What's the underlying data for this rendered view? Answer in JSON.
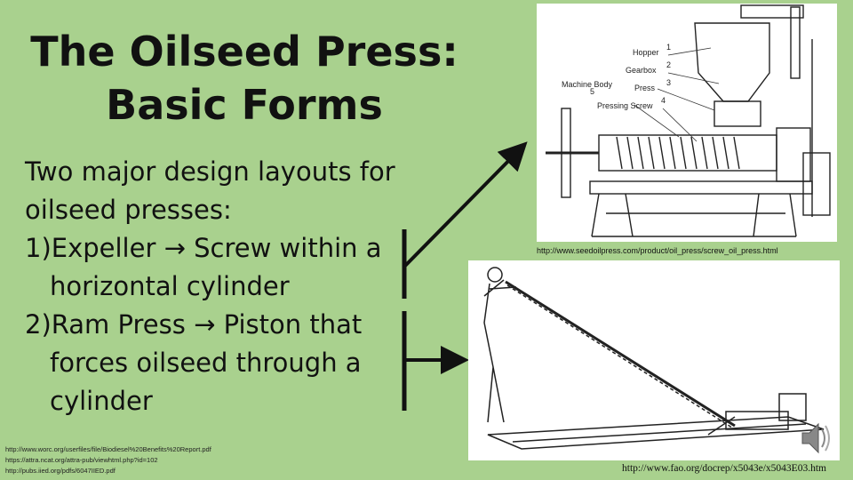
{
  "slide": {
    "title_lines": [
      "The Oilseed Press:",
      "Basic Forms"
    ],
    "body": {
      "intro_lines": [
        "Two major design layouts for",
        "oilseed presses:"
      ],
      "item1": {
        "num": "1)",
        "term": "Expeller",
        "arrow": "→",
        "desc_first": "Screw within a",
        "desc_rest": "horizontal cylinder"
      },
      "item2": {
        "num": "2)",
        "term": "Ram Press",
        "arrow": "→",
        "desc_first": "Piston that",
        "desc_rest": [
          "forces oilseed through a",
          "cylinder"
        ]
      }
    },
    "references": [
      "http://www.worc.org/userfiles/file/Biodiesel%20Benefits%20Report.pdf",
      "https://attra.ncat.org/attra-pub/viewhtml.php?id=102",
      "http://pubs.iied.org/pdfs/6047IIED.pdf"
    ]
  },
  "expeller_figure": {
    "labels": {
      "hopper": "Hopper",
      "gearbox": "Gearbox",
      "machine_body": "Machine Body",
      "press": "Press",
      "pressing_screw": "Pressing Screw"
    },
    "numbers": {
      "hopper": "1",
      "gearbox": "2",
      "press": "3",
      "pressing_screw": "4",
      "machine_body": "5"
    },
    "caption": "http://www.seedoilpress.com/product/oil_press/screw_oil_press.html"
  },
  "ram_press_figure": {
    "caption": "http://www.fao.org/docrep/x5043e/x5043E03.htm"
  },
  "icons": [
    "speaker-icon"
  ],
  "colors": {
    "background": "#a9d18e",
    "text": "#111111"
  }
}
